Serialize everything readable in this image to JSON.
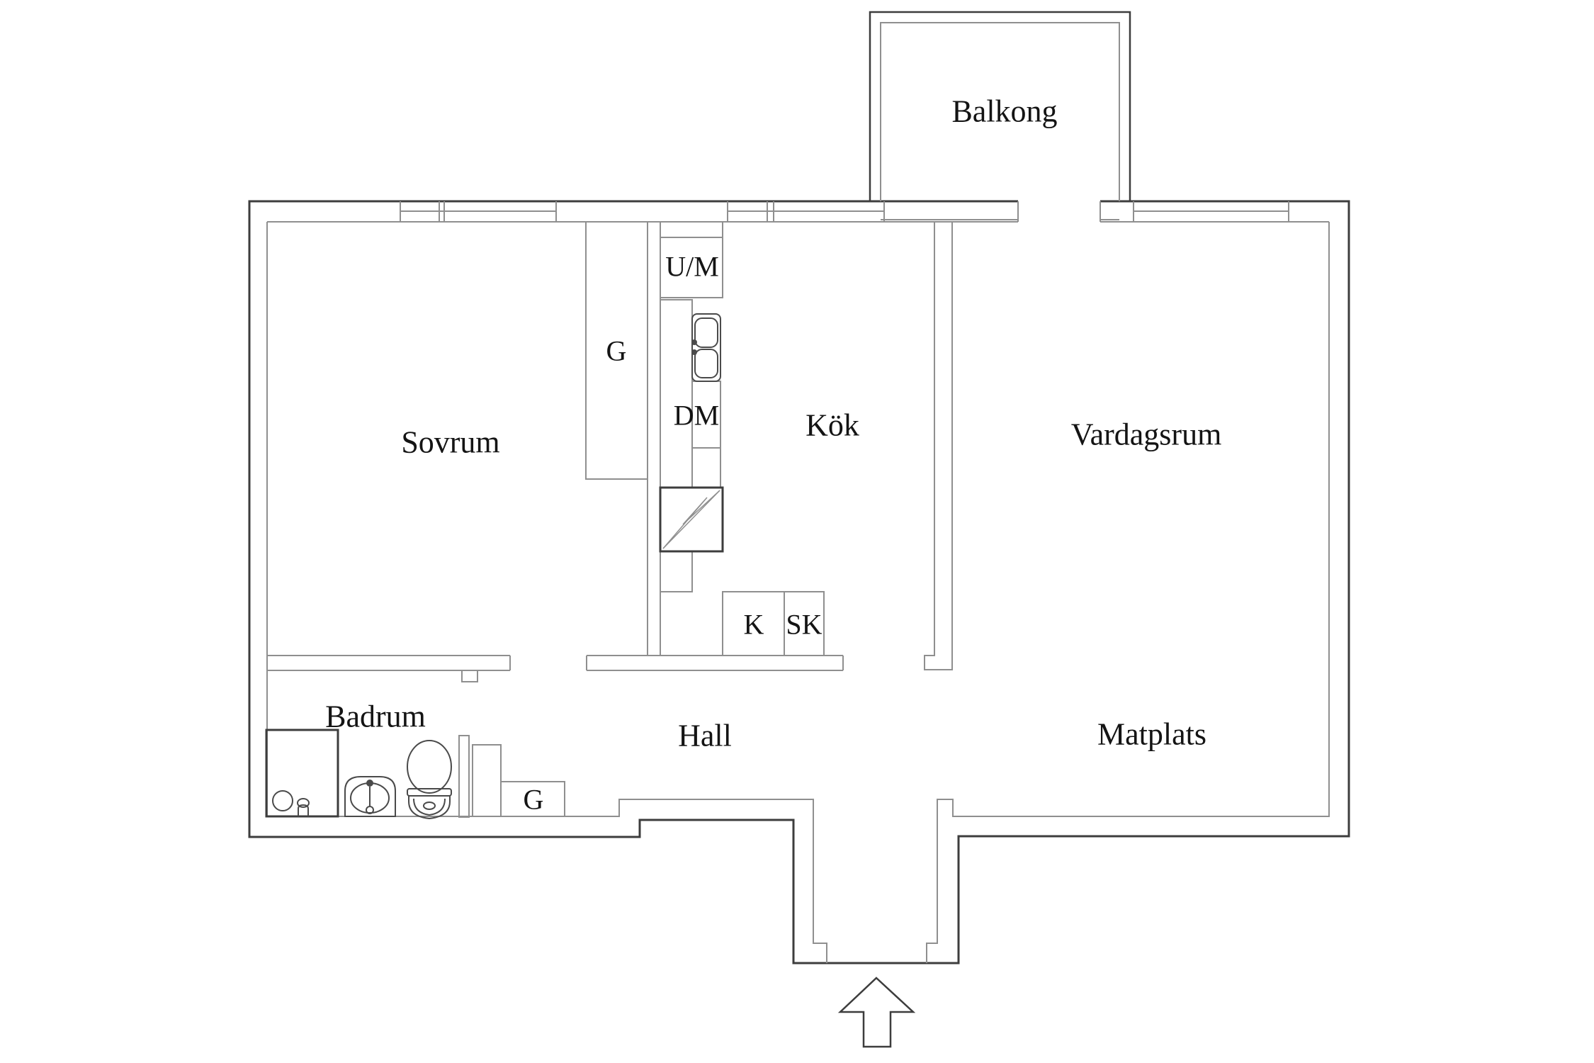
{
  "colors": {
    "wall_dark": "#3d3d3d",
    "wall_light": "#8f8f8f",
    "fixture": "#4a4a4a",
    "text": "#141414",
    "bg": "#ffffff"
  },
  "rooms": {
    "balkong": "Balkong",
    "sovrum": "Sovrum",
    "kok": "Kök",
    "vardagsrum": "Vardagsrum",
    "badrum": "Badrum",
    "hall": "Hall",
    "matplats": "Matplats"
  },
  "closets": {
    "g_bedroom": "G",
    "g_hall": "G",
    "k": "K",
    "sk": "SK"
  },
  "appliances": {
    "um": "U/M",
    "dm": "DM"
  },
  "icons": {
    "entrance_arrow": "arrow-up",
    "stove": "lightning-zigzag",
    "kitchen_sink": "double-basin",
    "bathroom": [
      "shower",
      "washbasin",
      "toilet"
    ]
  }
}
